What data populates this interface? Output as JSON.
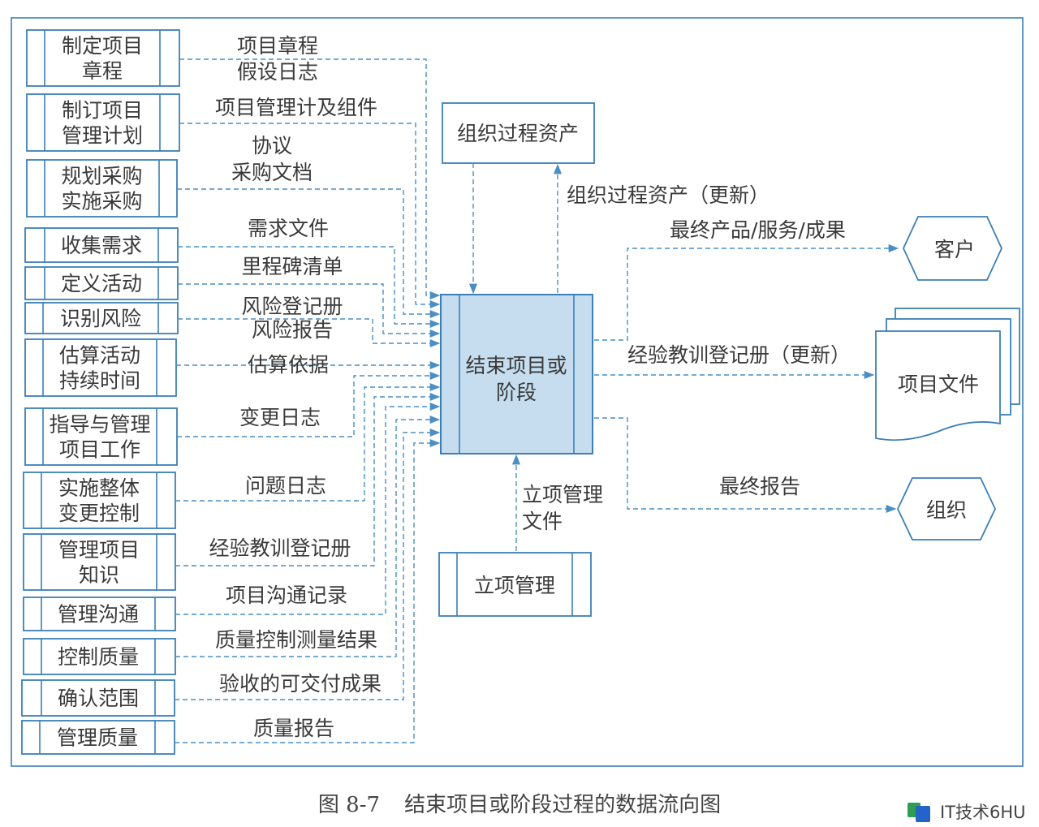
{
  "inputs": [
    {
      "process": [
        "制定项目",
        "章程"
      ],
      "outputs": [
        "项目章程",
        "假设日志"
      ]
    },
    {
      "process": [
        "制订项目",
        "管理计划"
      ],
      "outputs": [
        "项目管理计及组件"
      ]
    },
    {
      "process": [
        "规划采购",
        "实施采购"
      ],
      "outputs": [
        "协议",
        "采购文档"
      ]
    },
    {
      "process": [
        "收集需求"
      ],
      "outputs": [
        "需求文件"
      ]
    },
    {
      "process": [
        "定义活动"
      ],
      "outputs": [
        "里程碑清单"
      ]
    },
    {
      "process": [
        "识别风险"
      ],
      "outputs": [
        "风险登记册",
        "风险报告"
      ]
    },
    {
      "process": [
        "估算活动",
        "持续时间"
      ],
      "outputs": [
        "估算依据"
      ]
    },
    {
      "process": [
        "指导与管理",
        "项目工作"
      ],
      "outputs": [
        "变更日志"
      ]
    },
    {
      "process": [
        "实施整体",
        "变更控制"
      ],
      "outputs": [
        "问题日志"
      ]
    },
    {
      "process": [
        "管理项目",
        "知识"
      ],
      "outputs": [
        "经验教训登记册"
      ]
    },
    {
      "process": [
        "管理沟通"
      ],
      "outputs": [
        "项目沟通记录"
      ]
    },
    {
      "process": [
        "控制质量"
      ],
      "outputs": [
        "质量控制测量结果"
      ]
    },
    {
      "process": [
        "确认范围"
      ],
      "outputs": [
        "验收的可交付成果"
      ]
    },
    {
      "process": [
        "管理质量"
      ],
      "outputs": [
        "质量报告"
      ]
    }
  ],
  "central": {
    "lines": [
      "结束项目或",
      "阶段"
    ]
  },
  "opa": {
    "label": "组织过程资产",
    "update_label": "组织过程资产（更新）"
  },
  "project_mgmt": {
    "label": "立项管理",
    "flow": [
      "立项管理",
      "文件"
    ]
  },
  "outputs": {
    "customer": {
      "label": "客户",
      "flow": "最终产品/服务/成果"
    },
    "project_docs": {
      "label": "项目文件",
      "flow": "经验教训登记册（更新）"
    },
    "organization": {
      "label": "组织",
      "flow": "最终报告"
    }
  },
  "caption": {
    "number": "图 8-7",
    "title": "结束项目或阶段过程的数据流向图"
  },
  "watermark": "IT技术6HU",
  "colors": {
    "stroke": "#3b7fb6",
    "central_fill": "#c5ddef",
    "flow": "#4a8ec4"
  }
}
